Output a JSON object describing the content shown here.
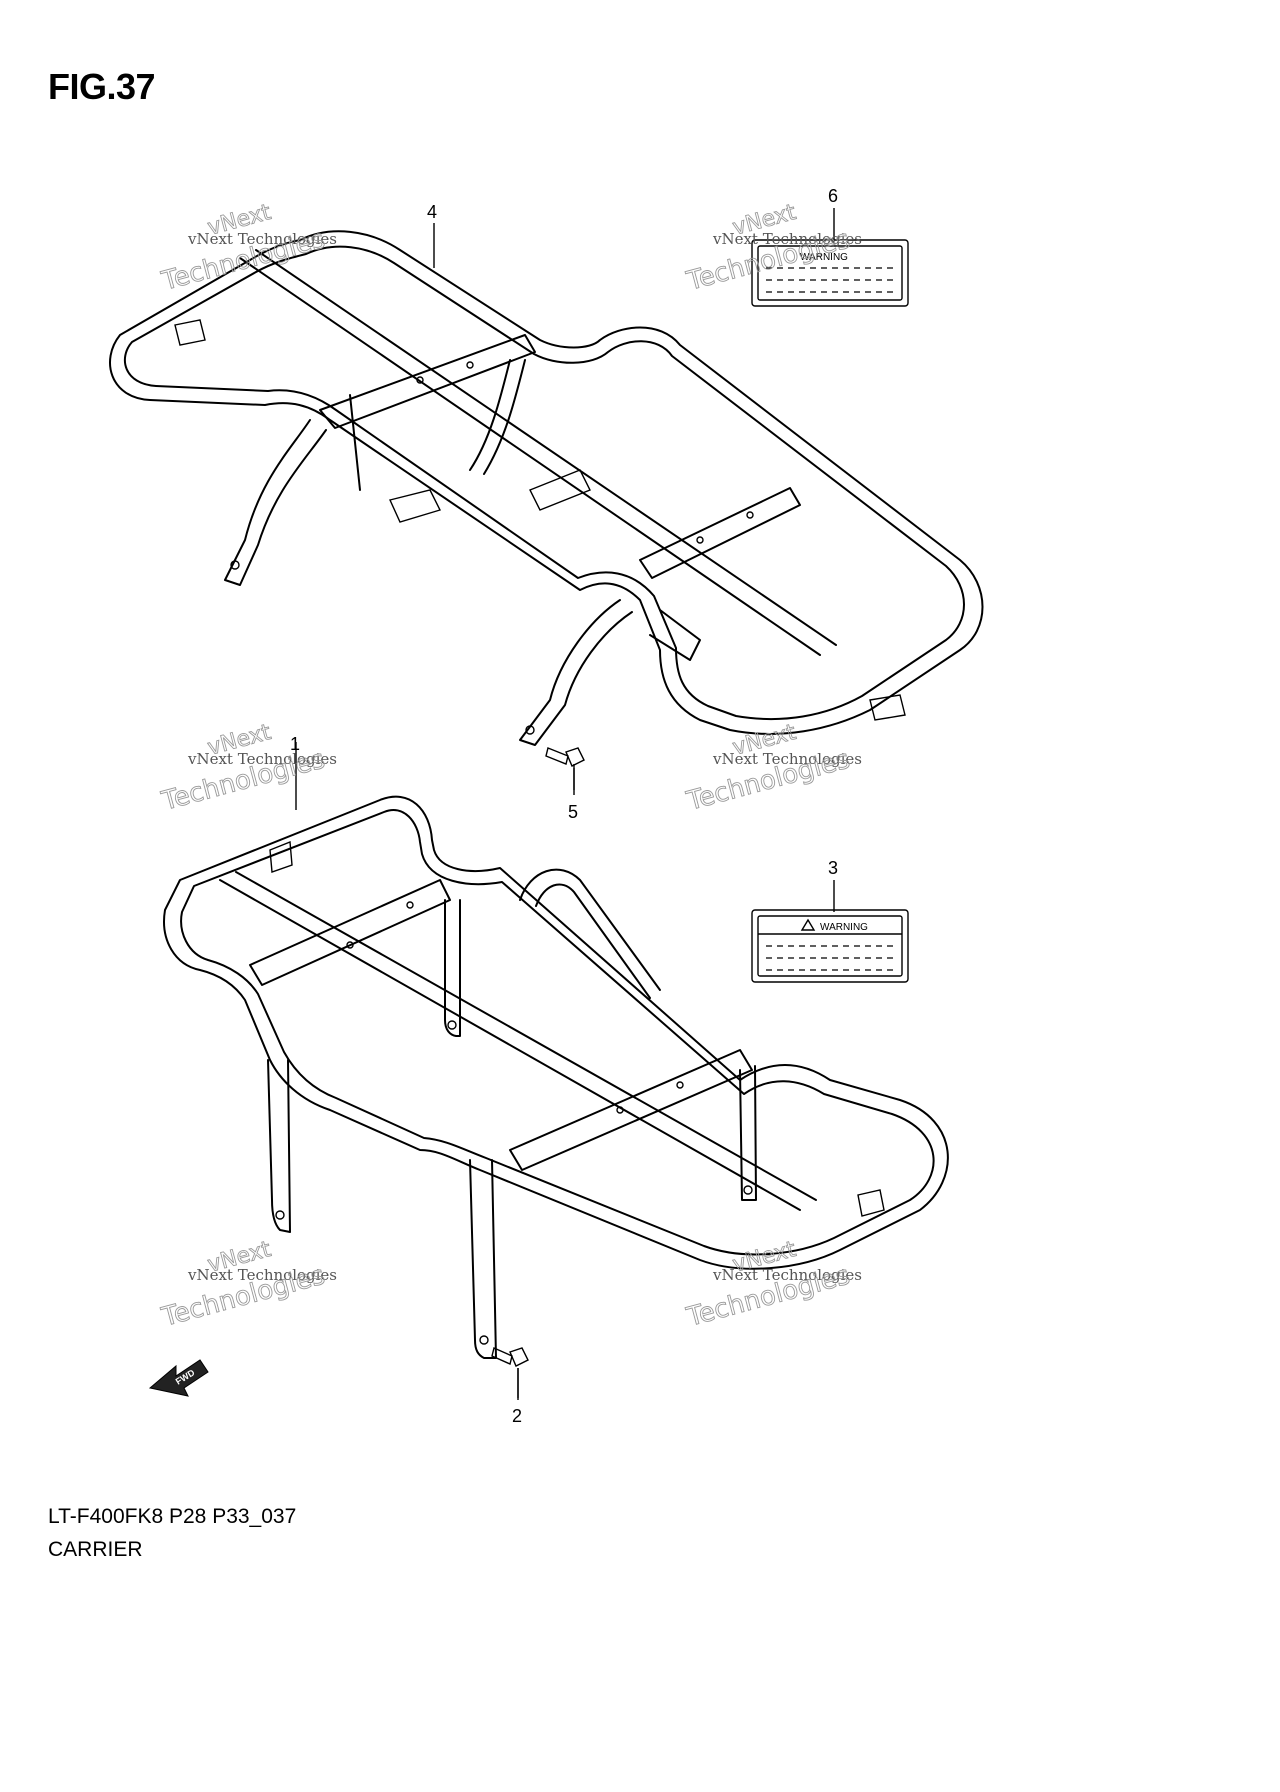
{
  "figure": {
    "title": "FIG.37",
    "model_code": "LT-F400FK8 P28 P33_037",
    "caption": "CARRIER"
  },
  "callouts": [
    {
      "id": "1",
      "label": "1"
    },
    {
      "id": "2",
      "label": "2"
    },
    {
      "id": "3",
      "label": "3"
    },
    {
      "id": "4",
      "label": "4"
    },
    {
      "id": "5",
      "label": "5"
    },
    {
      "id": "6",
      "label": "6"
    }
  ],
  "labels": {
    "warning_text": "WARNING",
    "fwd_text": "FWD"
  },
  "watermark": {
    "line1": "vNext",
    "line2": "vNext Technologies",
    "line3": "Technologies"
  },
  "colors": {
    "line": "#000000",
    "background": "#ffffff",
    "watermark": "#9a9a9a"
  }
}
